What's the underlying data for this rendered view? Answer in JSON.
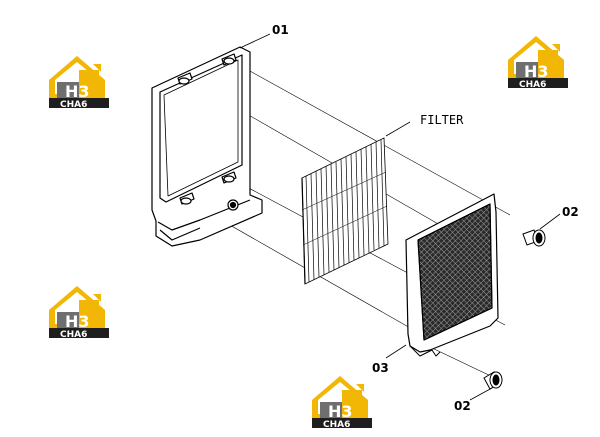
{
  "labels": {
    "part_01": "01",
    "part_02_top": "02",
    "part_02_bottom": "02",
    "part_03": "03",
    "filter": "FILTER"
  },
  "logo": {
    "mark": "H3",
    "text": "CHA6",
    "colors": {
      "gold": "#f2b705",
      "gray": "#6f6f6f",
      "dark": "#1e1e1e"
    }
  }
}
